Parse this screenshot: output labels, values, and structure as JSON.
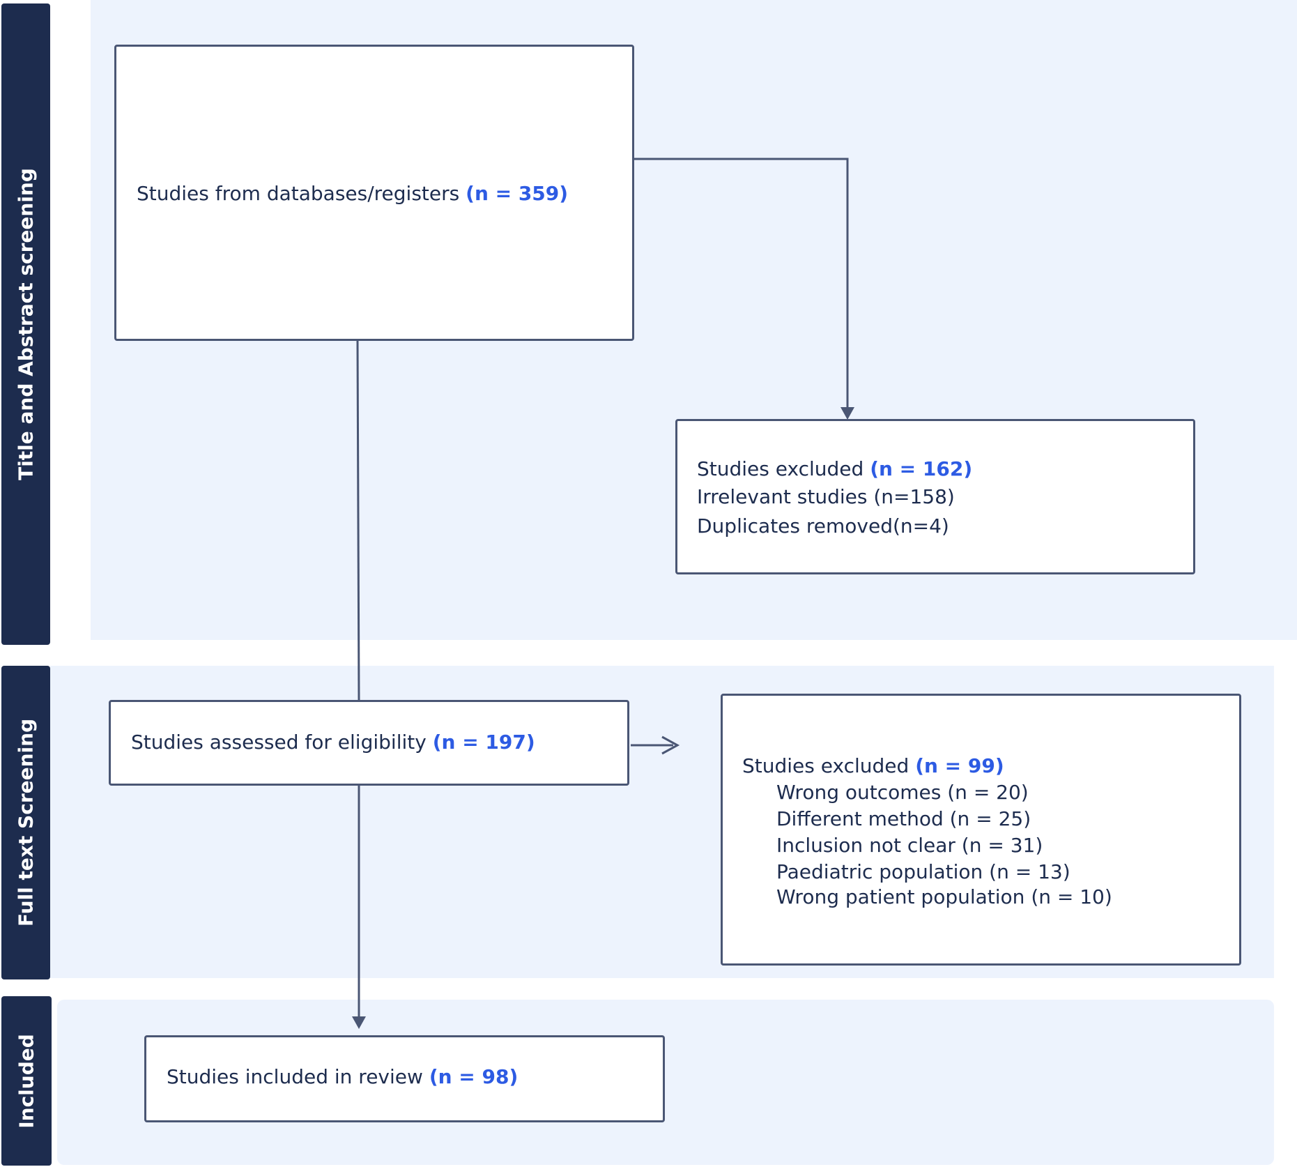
{
  "stages": {
    "identification": "Title and Abstract screening",
    "screening": "Full text Screening",
    "included": "Included"
  },
  "boxes": {
    "records": {
      "text": "Studies from databases/registers",
      "count": "(n = 359)"
    },
    "excluded_first": {
      "text": "Studies excluded",
      "count": "(n = 162)",
      "reasons": [
        "Irrelevant studies (n=158)",
        "Duplicates removed(n=4)"
      ]
    },
    "assessed": {
      "text": "Studies assessed for eligibility",
      "count": "(n = 197)"
    },
    "excluded_second": {
      "text": "Studies excluded",
      "count": "(n = 99)",
      "reasons": [
        "Wrong outcomes (n = 20)",
        "Different method (n = 25)",
        "Inclusion not clear (n = 31)",
        "Paediatric population (n = 13)",
        "Wrong patient population (n = 10)"
      ]
    },
    "included": {
      "text": "Studies included in review",
      "count": "(n = 98)"
    }
  },
  "colors": {
    "stage_bar": "#1d2c4e",
    "band_background": "#edf3fd",
    "count_text": "#2d5be3",
    "box_border": "#4a5674"
  }
}
